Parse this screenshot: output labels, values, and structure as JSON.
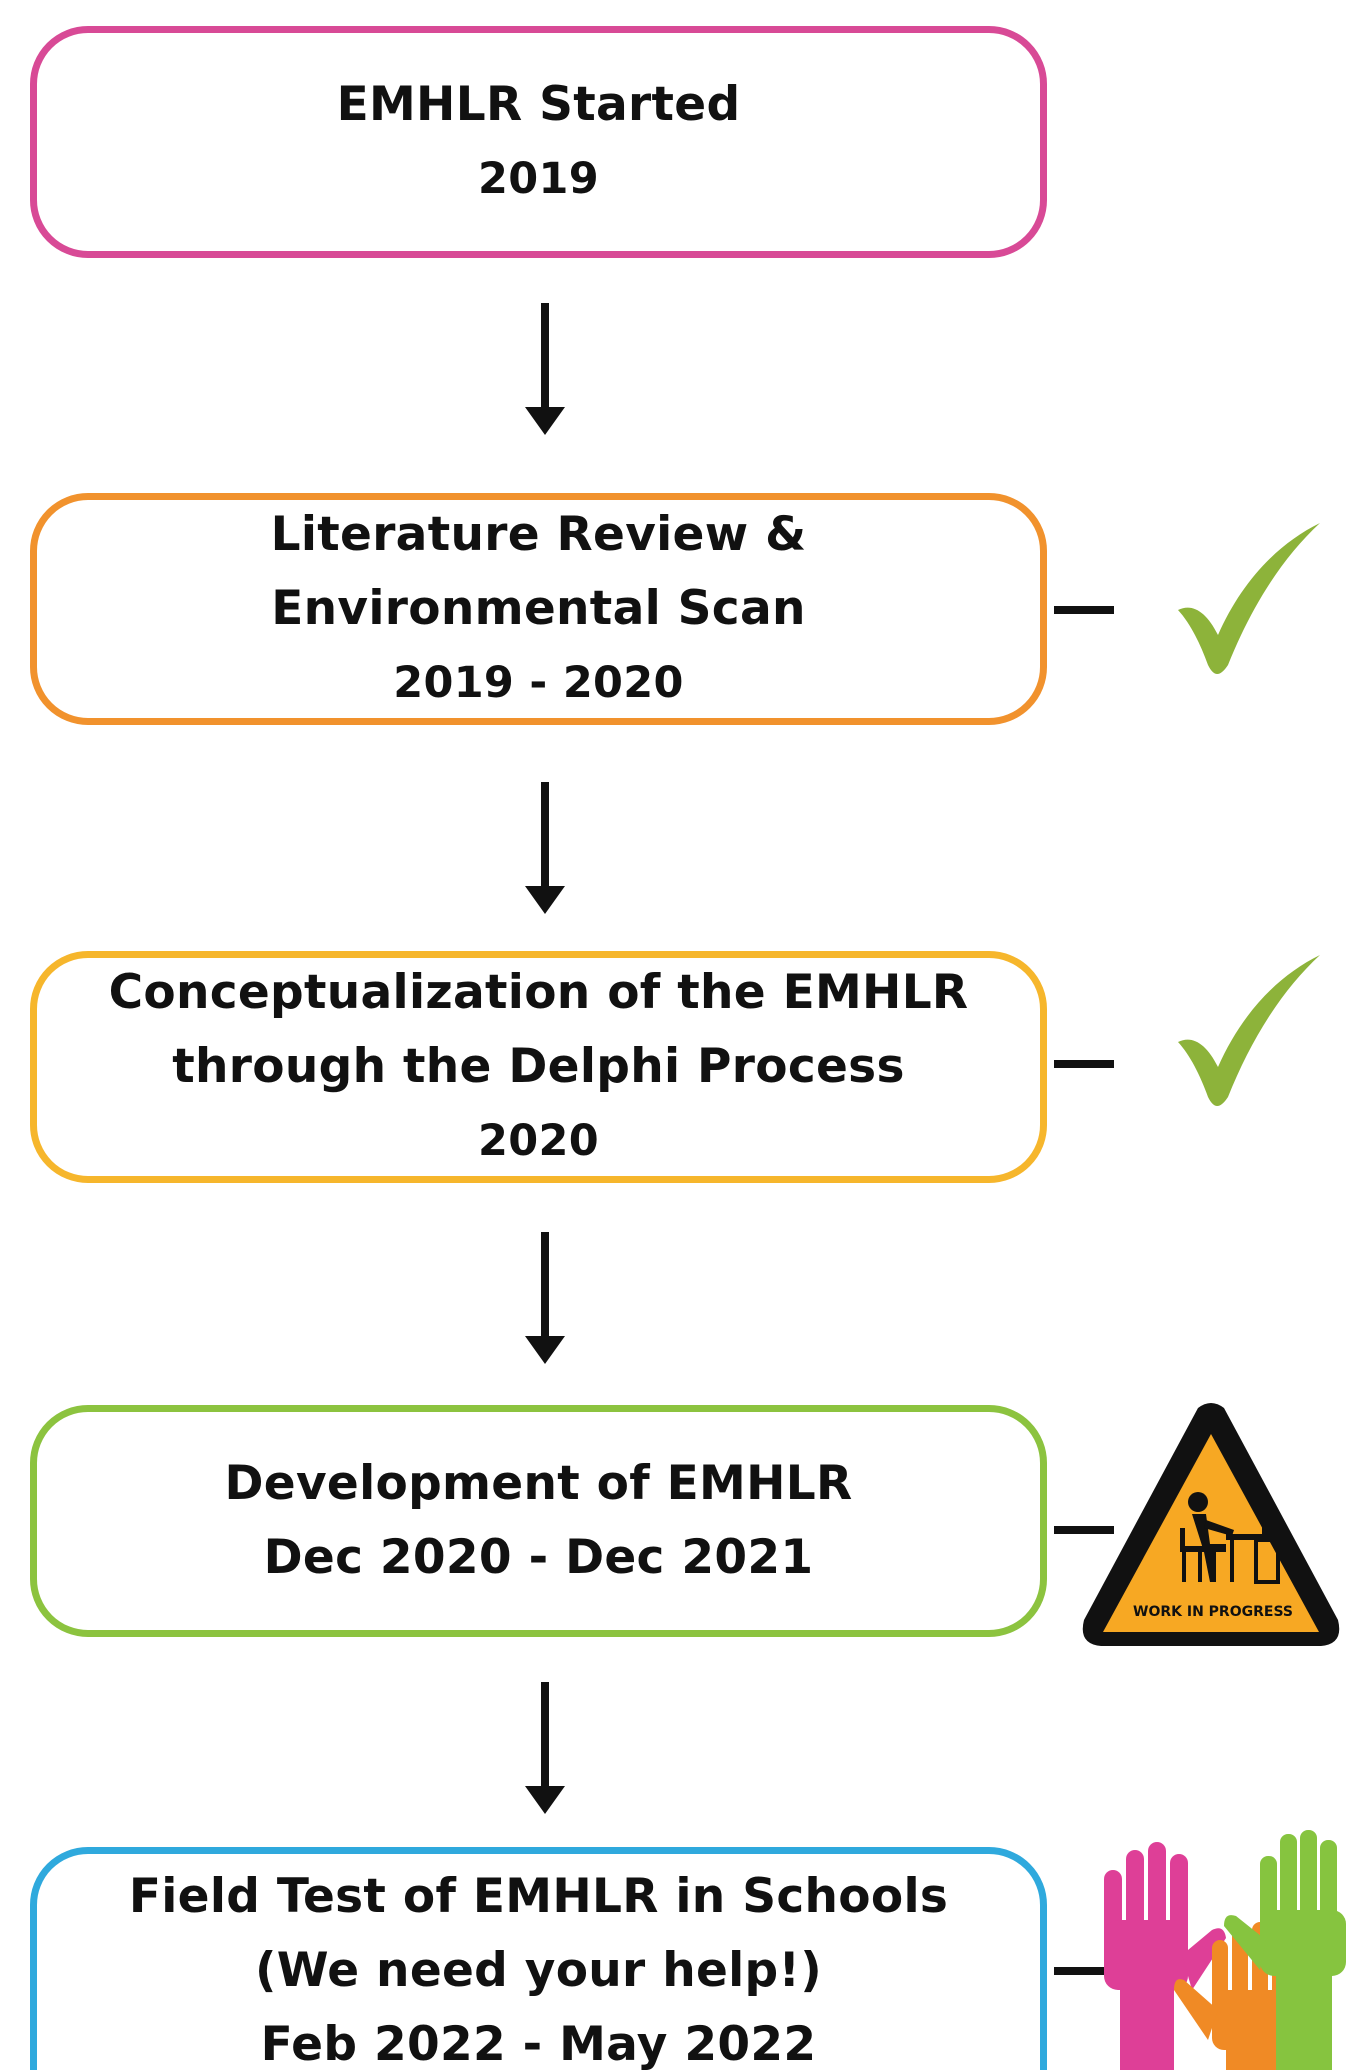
{
  "colors": {
    "stage1": "#d84a96",
    "stage2": "#f1922d",
    "stage3": "#f6b62c",
    "stage4": "#8cc33f",
    "stage5": "#2fa9dd",
    "check": "#8db33a",
    "warning": "#f7a823",
    "hand_pink": "#de3f97",
    "hand_orange": "#f08a25",
    "hand_green": "#86c43f",
    "arrow": "#111111"
  },
  "stages": [
    {
      "title": "EMHLR Started",
      "date": "2019",
      "status_icon": "none"
    },
    {
      "title_line1": "Literature Review &",
      "title_line2": "Environmental Scan",
      "date": "2019 - 2020",
      "status_icon": "checkmark-icon"
    },
    {
      "title_line1": "Conceptualization of the EMHLR",
      "title_line2": "through the Delphi Process",
      "date": "2020",
      "status_icon": "checkmark-icon"
    },
    {
      "title": "Development of EMHLR",
      "date": "Dec 2020 - Dec 2021",
      "status_icon": "work-in-progress-icon"
    },
    {
      "title": "Field Test of EMHLR in Schools",
      "subtitle": "(We need your help!)",
      "date": "Feb 2022 - May 2022",
      "status_icon": "raised-hands-icon"
    }
  ],
  "wip_sign_text": "WORK IN PROGRESS"
}
